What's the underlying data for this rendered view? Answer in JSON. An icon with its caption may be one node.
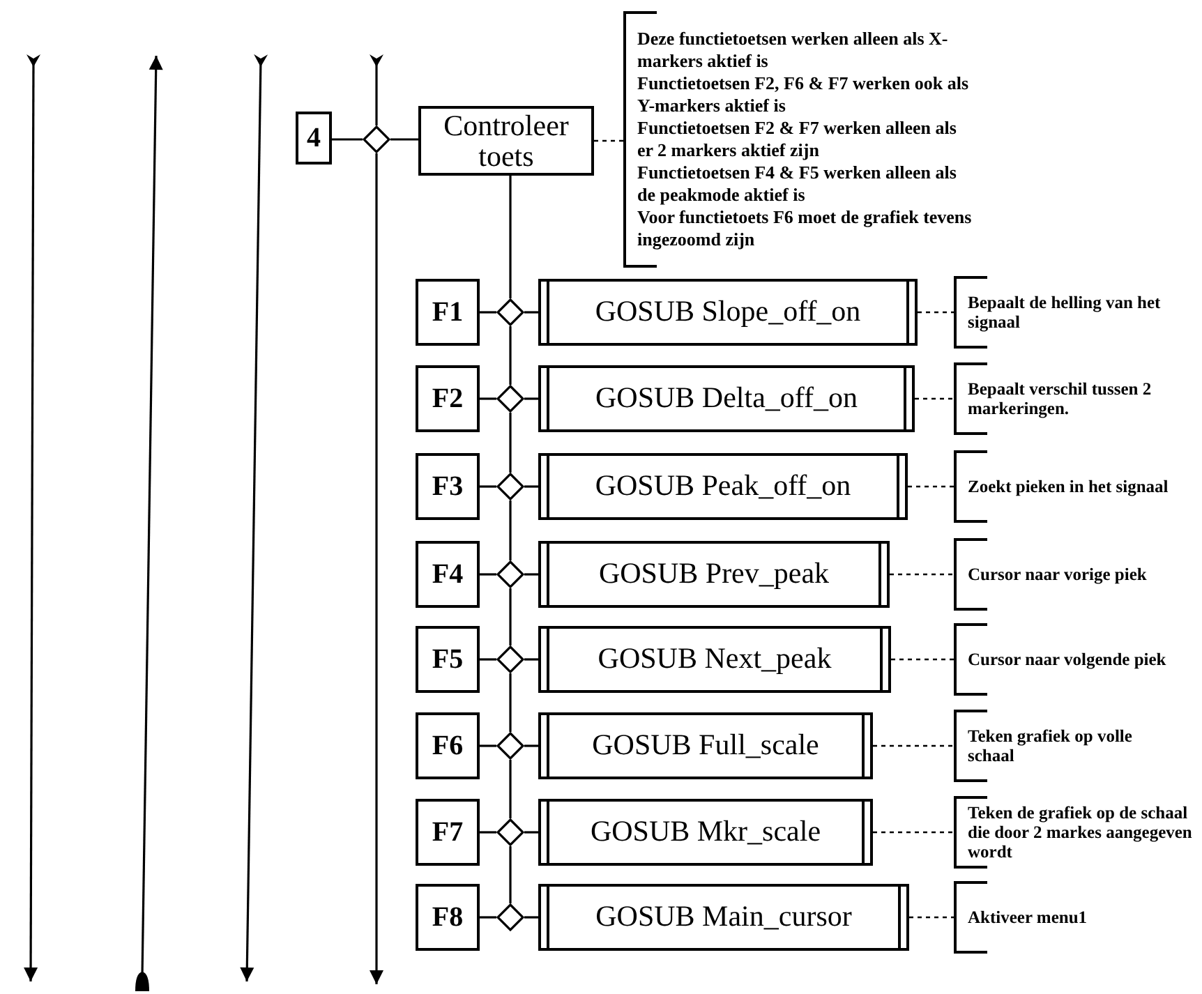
{
  "diagram": {
    "nodes": [
      {
        "text": [
          "4"
        ]
      },
      {
        "text": [],
        "shape": "diamond"
      },
      {
        "text": [
          "Controleer toets"
        ]
      },
      {
        "text": [
          "Deze functietoetsen werken alleen als X-markers aktief is",
          "Functietoetsen F2, F6 & F7 werken ook als Y-markers aktief is",
          "Functietoetsen F2 & F7 werken alleen als er 2 markers aktief zijn",
          "Functietoetsen F4 & F5 werken alleen als de peakmode aktief is",
          "Voor functietoets F6 moet de grafiek tevens ingezoomd zijn"
        ]
      },
      {
        "text": [
          "F1"
        ]
      },
      {
        "text": [],
        "shape": "diamond"
      },
      {
        "text": [
          "GOSUB Slope_off_on"
        ]
      },
      {
        "text": [
          "Bepaalt de helling van het signaal"
        ]
      },
      {
        "text": [
          "F2"
        ]
      },
      {
        "text": [],
        "shape": "diamond"
      },
      {
        "text": [
          "GOSUB Delta_off_on"
        ]
      },
      {
        "text": [
          "Bepaalt verschil tussen 2 markeringen."
        ]
      },
      {
        "text": [
          "F3"
        ]
      },
      {
        "text": [],
        "shape": "diamond"
      },
      {
        "text": [
          "GOSUB Peak_off_on"
        ]
      },
      {
        "text": [
          "Zoekt pieken in het signaal"
        ]
      },
      {
        "text": [
          "F4"
        ]
      },
      {
        "text": [],
        "shape": "diamond"
      },
      {
        "text": [
          "GOSUB Prev_peak"
        ]
      },
      {
        "text": [
          "Cursor naar vorige piek"
        ]
      },
      {
        "text": [
          "F5"
        ]
      },
      {
        "text": [],
        "shape": "diamond"
      },
      {
        "text": [
          "GOSUB Next_peak"
        ]
      },
      {
        "text": [
          "Cursor naar volgende piek"
        ]
      },
      {
        "text": [
          "F6"
        ]
      },
      {
        "text": [],
        "shape": "diamond"
      },
      {
        "text": [
          "GOSUB Full_scale"
        ]
      },
      {
        "text": [
          "Teken grafiek op volle schaal"
        ]
      },
      {
        "text": [
          "F7"
        ]
      },
      {
        "text": [],
        "shape": "diamond"
      },
      {
        "text": [
          "GOSUB Mkr_scale"
        ]
      },
      {
        "text": [
          "Teken de grafiek op de schaal die door 2 markes aangegeven wordt"
        ]
      },
      {
        "text": [
          "F8"
        ]
      },
      {
        "text": [],
        "shape": "diamond"
      },
      {
        "text": [
          "GOSUB Main_cursor"
        ]
      },
      {
        "text": [
          "Aktiveer menu1"
        ]
      }
    ],
    "edges": [
      {
        "from": null,
        "to": 1,
        "arrow": "other"
      },
      {
        "from": 1,
        "to": null,
        "arrow": "to"
      },
      {
        "from": 0,
        "to": 1,
        "arrow": "none"
      },
      {
        "from": 1,
        "to": 2,
        "arrow": "none"
      },
      {
        "from": 2,
        "to": 3,
        "arrow": "none",
        "style": "dashed"
      },
      {
        "from": 2,
        "to": 5,
        "arrow": "none"
      },
      {
        "from": 4,
        "to": 5,
        "arrow": "none"
      },
      {
        "from": 5,
        "to": 6,
        "arrow": "none"
      },
      {
        "from": 6,
        "to": 7,
        "arrow": "none",
        "style": "dashed"
      },
      {
        "from": 5,
        "to": 9,
        "arrow": "none"
      },
      {
        "from": 8,
        "to": 9,
        "arrow": "none"
      },
      {
        "from": 9,
        "to": 10,
        "arrow": "none"
      },
      {
        "from": 10,
        "to": 11,
        "arrow": "none",
        "style": "dashed"
      },
      {
        "from": 9,
        "to": 13,
        "arrow": "none"
      },
      {
        "from": 12,
        "to": 13,
        "arrow": "none"
      },
      {
        "from": 13,
        "to": 14,
        "arrow": "none"
      },
      {
        "from": 14,
        "to": 15,
        "arrow": "none",
        "style": "dashed"
      },
      {
        "from": 13,
        "to": 17,
        "arrow": "none"
      },
      {
        "from": 16,
        "to": 17,
        "arrow": "none"
      },
      {
        "from": 17,
        "to": 18,
        "arrow": "none"
      },
      {
        "from": 18,
        "to": 19,
        "arrow": "none",
        "style": "dashed"
      },
      {
        "from": 17,
        "to": 21,
        "arrow": "none"
      },
      {
        "from": 20,
        "to": 21,
        "arrow": "none"
      },
      {
        "from": 21,
        "to": 22,
        "arrow": "none"
      },
      {
        "from": 22,
        "to": 23,
        "arrow": "none",
        "style": "dashed"
      },
      {
        "from": 21,
        "to": 25,
        "arrow": "none"
      },
      {
        "from": 24,
        "to": 25,
        "arrow": "none"
      },
      {
        "from": 25,
        "to": 26,
        "arrow": "none"
      },
      {
        "from": 26,
        "to": 27,
        "arrow": "none",
        "style": "dashed"
      },
      {
        "from": 25,
        "to": 29,
        "arrow": "none"
      },
      {
        "from": 28,
        "to": 29,
        "arrow": "none"
      },
      {
        "from": 29,
        "to": 30,
        "arrow": "none"
      },
      {
        "from": 30,
        "to": 31,
        "arrow": "none",
        "style": "dashed"
      },
      {
        "from": 29,
        "to": 33,
        "arrow": "none"
      },
      {
        "from": 32,
        "to": 33,
        "arrow": "none"
      },
      {
        "from": 33,
        "to": 34,
        "arrow": "none"
      },
      {
        "from": 34,
        "to": 35,
        "arrow": "none",
        "style": "dashed"
      }
    ]
  }
}
